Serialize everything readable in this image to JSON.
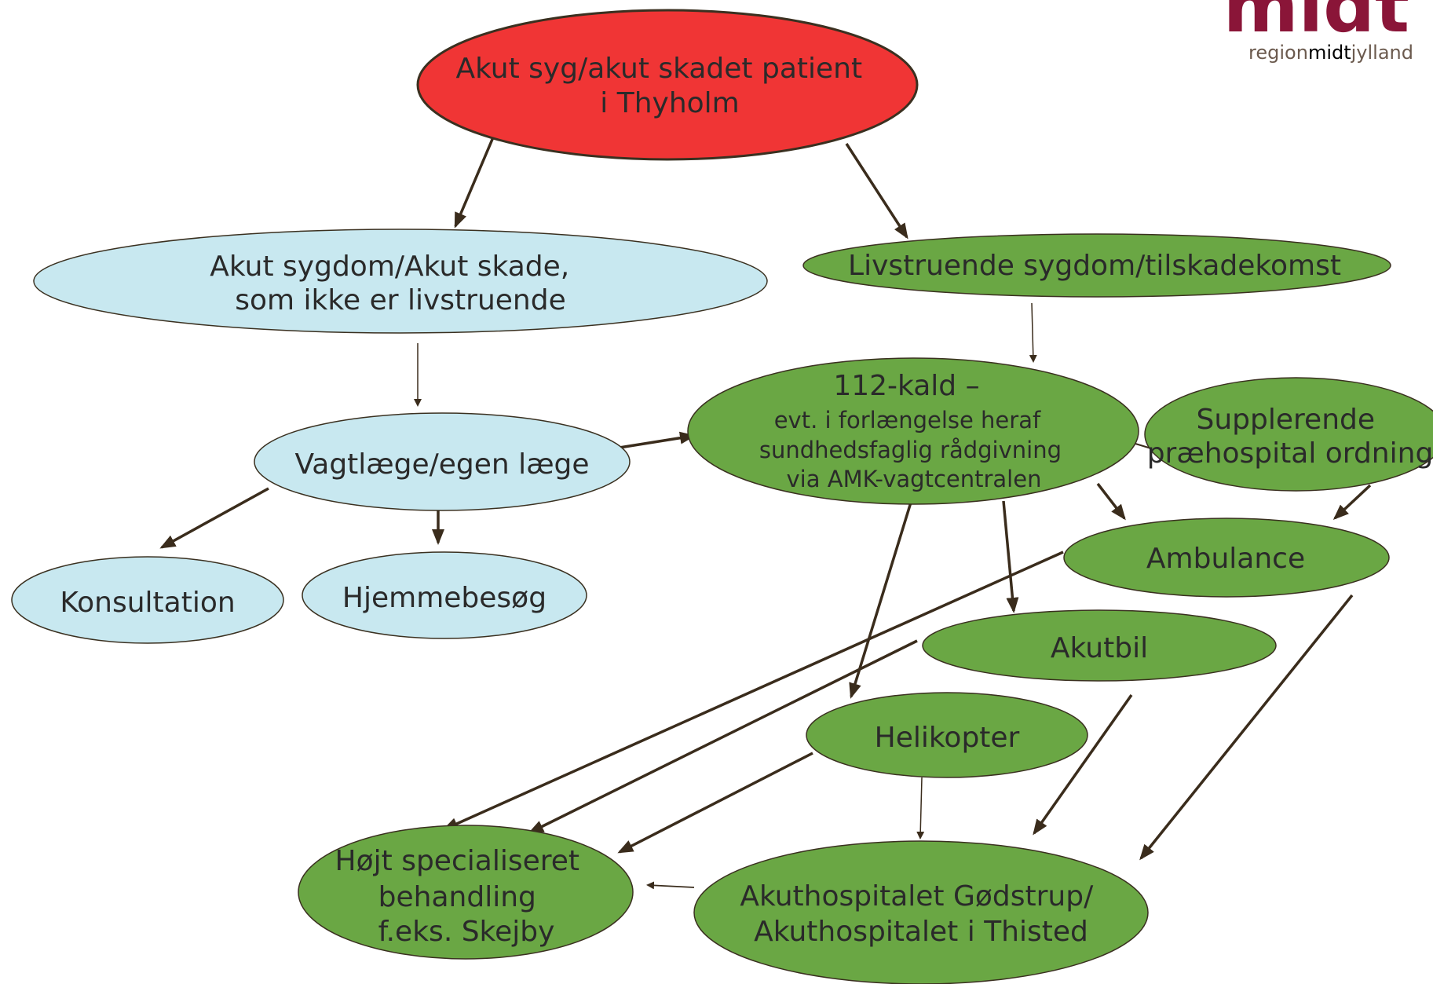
{
  "logo": {
    "word": "midt",
    "sub_a": "region",
    "sub_b": "midt",
    "sub_c": "jylland"
  },
  "colors": {
    "red_fill": "#f03535",
    "green_fill": "#6aa744",
    "blue_fill": "#c8e8f0",
    "stroke": "#3a3020",
    "arrow": "#3a2c1c",
    "text": "#2a2a2a"
  },
  "nodes": {
    "patient": {
      "lines": [
        "Akut syg/akut skadet patient",
        "i Thyholm"
      ]
    },
    "non_life": {
      "lines": [
        "Akut sygdom/Akut skade,",
        "som ikke er livstruende"
      ]
    },
    "life": {
      "lines": [
        "Livstruende sygdom/tilskadekomst"
      ]
    },
    "vagtlaege": {
      "lines": [
        "Vagtlæge/egen læge"
      ]
    },
    "kald112": {
      "lines": [
        "112-kald –",
        "evt. i forlængelse heraf",
        "sundhedsfaglig rådgivning",
        "via AMK-vagtcentralen"
      ]
    },
    "suppl": {
      "lines": [
        "Supplerende",
        "præhospital ordning"
      ]
    },
    "ambulance": {
      "lines": [
        "Ambulance"
      ]
    },
    "konsultation": {
      "lines": [
        "Konsultation"
      ]
    },
    "hjemmebesog": {
      "lines": [
        "Hjemmebesøg"
      ]
    },
    "akutbil": {
      "lines": [
        "Akutbil"
      ]
    },
    "helikopter": {
      "lines": [
        "Helikopter"
      ]
    },
    "hojt": {
      "lines": [
        "Højt specialiseret",
        "behandling",
        "f.eks. Skejby"
      ]
    },
    "akuthospital": {
      "lines": [
        "Akuthospitalet Gødstrup/",
        "Akuthospitalet i Thisted"
      ]
    }
  }
}
